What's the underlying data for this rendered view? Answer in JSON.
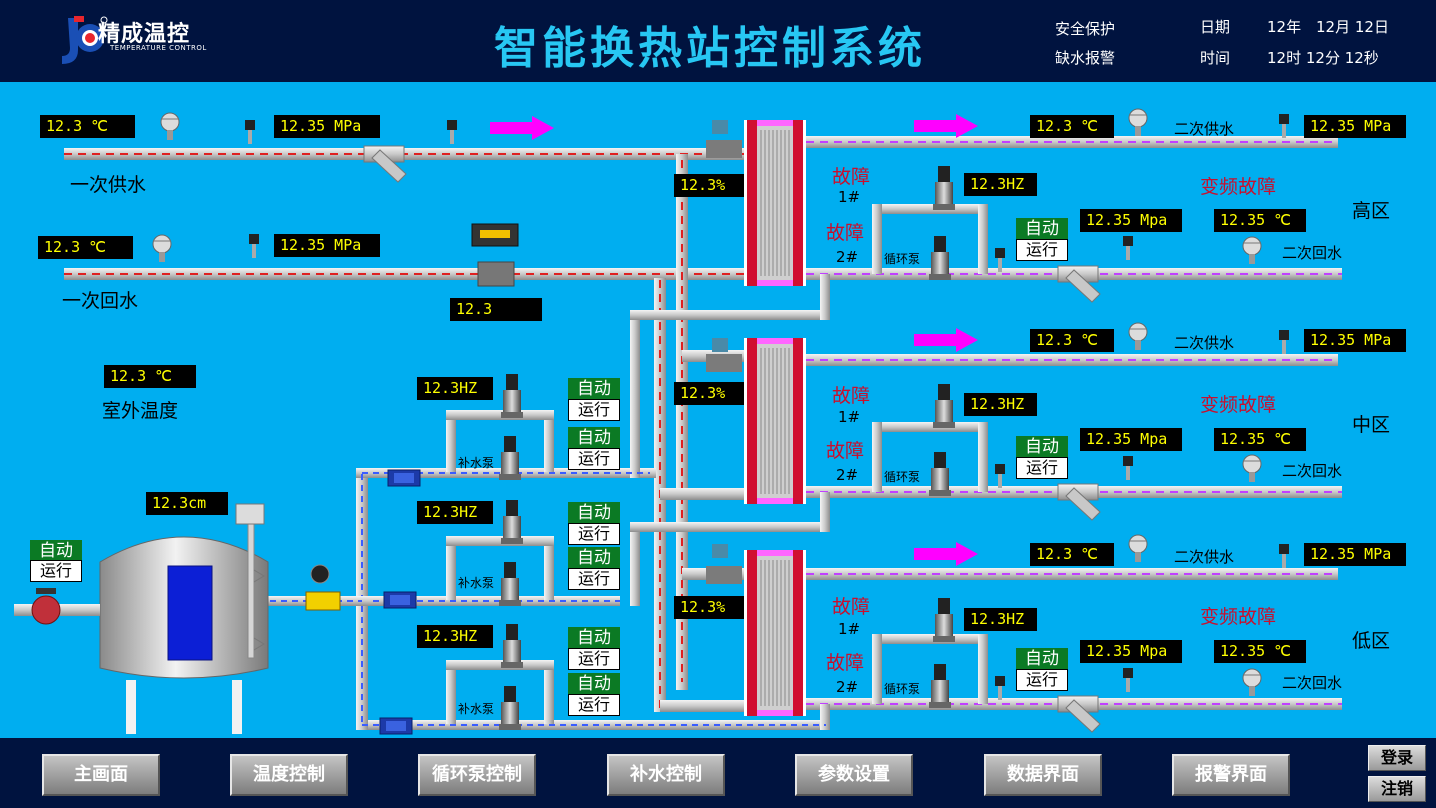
{
  "header": {
    "brand": "精成温控",
    "brand_sub": "TEMPERATURE CONTROL",
    "title": "智能换热站控制系统",
    "safety": "安全保护",
    "water_alarm": "缺水报警",
    "date_label": "日期",
    "date_year": "12年",
    "date_md": "12月 12日",
    "time_label": "时间",
    "time_value": "12时  12分  12秒"
  },
  "primary": {
    "supply_label": "一次供水",
    "return_label": "一次回水",
    "supply_temp": "12.3 ℃",
    "supply_press": "12.35 MPa",
    "return_temp": "12.3 ℃",
    "return_press": "12.35 MPa",
    "flow": "12.3"
  },
  "outdoor": {
    "temp": "12.3 ℃",
    "label": "室外温度"
  },
  "tank": {
    "level": "12.3cm",
    "auto": "自动",
    "run": "运行"
  },
  "makeup_pumps": [
    {
      "hz": "12.3HZ",
      "label": "补水泵",
      "auto1": "自动",
      "run1": "运行",
      "auto2": "自动",
      "run2": "运行"
    },
    {
      "hz": "12.3HZ",
      "label": "补水泵",
      "auto1": "自动",
      "run1": "运行",
      "auto2": "自动",
      "run2": "运行"
    },
    {
      "hz": "12.3HZ",
      "label": "补水泵",
      "auto1": "自动",
      "run1": "运行",
      "auto2": "自动",
      "run2": "运行"
    }
  ],
  "zones": [
    {
      "name": "高区",
      "valve": "12.3%",
      "fault": "故障",
      "p1": "1#",
      "p2": "2#",
      "hz": "12.3HZ",
      "vfd_fault": "变频故障",
      "pump_label": "循环泵",
      "auto": "自动",
      "run": "运行",
      "ret_press": "12.35 Mpa",
      "ret_temp": "12.35 ℃",
      "sup_temp": "12.3 ℃",
      "sup_press": "12.35 MPa",
      "sup_label": "二次供水",
      "ret_label": "二次回水"
    },
    {
      "name": "中区",
      "valve": "12.3%",
      "fault": "故障",
      "p1": "1#",
      "p2": "2#",
      "hz": "12.3HZ",
      "vfd_fault": "变频故障",
      "pump_label": "循环泵",
      "auto": "自动",
      "run": "运行",
      "ret_press": "12.35 Mpa",
      "ret_temp": "12.35 ℃",
      "sup_temp": "12.3 ℃",
      "sup_press": "12.35 MPa",
      "sup_label": "二次供水",
      "ret_label": "二次回水"
    },
    {
      "name": "低区",
      "valve": "12.3%",
      "fault": "故障",
      "p1": "1#",
      "p2": "2#",
      "hz": "12.3HZ",
      "vfd_fault": "变频故障",
      "pump_label": "循环泵",
      "auto": "自动",
      "run": "运行",
      "ret_press": "12.35 Mpa",
      "ret_temp": "12.35 ℃",
      "sup_temp": "12.3 ℃",
      "sup_press": "12.35 MPa",
      "sup_label": "二次供水",
      "ret_label": "二次回水"
    }
  ],
  "nav": [
    "主画面",
    "温度控制",
    "循环泵控制",
    "补水控制",
    "参数设置",
    "数据界面",
    "报警界面"
  ],
  "auth": {
    "login": "登录",
    "logout": "注销"
  },
  "colors": {
    "background": "#00aef0",
    "header": "#00133f",
    "title": "#27c7f3",
    "value_bg": "#000000",
    "value_fg": "#ffff00",
    "fault": "#c8102e",
    "auto": "#0b7a24",
    "arrow": "#ff00ff"
  }
}
